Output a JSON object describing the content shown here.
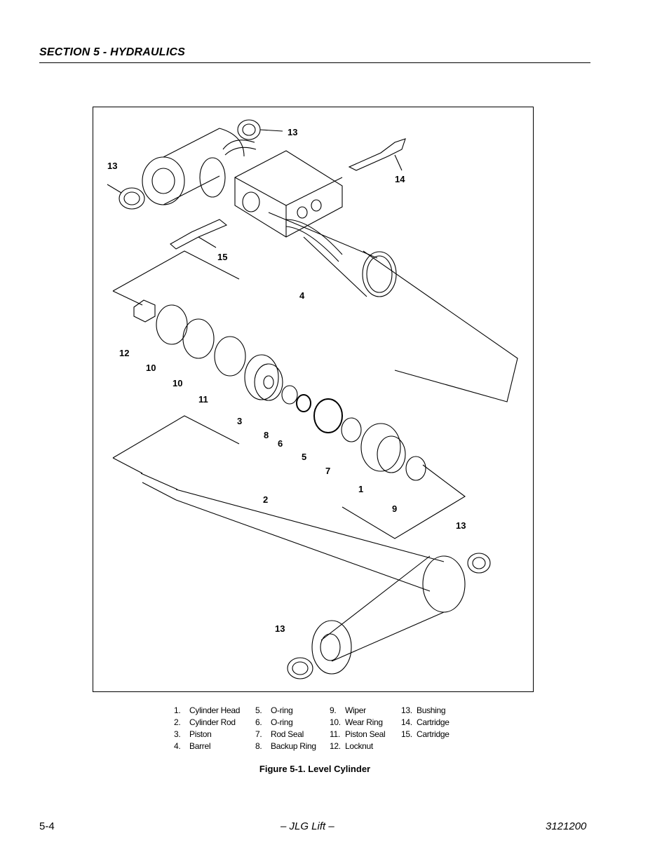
{
  "header": {
    "section_title": "SECTION 5 - HYDRAULICS"
  },
  "figure": {
    "callouts": [
      "13",
      "13",
      "14",
      "15",
      "4",
      "12",
      "10",
      "10",
      "11",
      "3",
      "8",
      "6",
      "5",
      "7",
      "1",
      "9",
      "2",
      "13",
      "13"
    ],
    "caption": "Figure 5-1.  Level Cylinder"
  },
  "parts": [
    {
      "num": "1.",
      "name": "Cylinder Head"
    },
    {
      "num": "2.",
      "name": "Cylinder Rod"
    },
    {
      "num": "3.",
      "name": "Piston"
    },
    {
      "num": "4.",
      "name": "Barrel"
    },
    {
      "num": "5.",
      "name": "O-ring"
    },
    {
      "num": "6.",
      "name": "O-ring"
    },
    {
      "num": "7.",
      "name": "Rod Seal"
    },
    {
      "num": "8.",
      "name": "Backup Ring"
    },
    {
      "num": "9.",
      "name": "Wiper"
    },
    {
      "num": "10.",
      "name": "Wear Ring"
    },
    {
      "num": "11.",
      "name": "Piston Seal"
    },
    {
      "num": "12.",
      "name": "Locknut"
    },
    {
      "num": "13.",
      "name": "Bushing"
    },
    {
      "num": "14.",
      "name": "Cartridge"
    },
    {
      "num": "15.",
      "name": "Cartridge"
    }
  ],
  "footer": {
    "page": "5-4",
    "publisher": "– JLG Lift –",
    "doc_number": "3121200"
  }
}
